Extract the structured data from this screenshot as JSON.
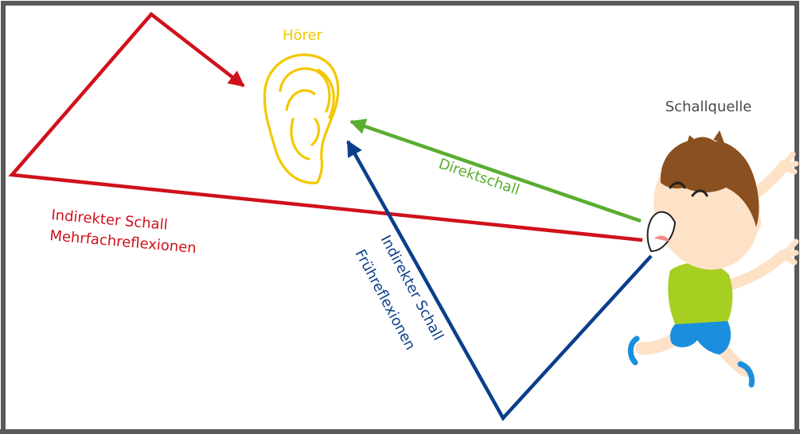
{
  "colors": {
    "frame": "#5a5a5a",
    "red": "#d0111b",
    "blue": "#0b3f8c",
    "green": "#59ad2f",
    "yellow": "#f3c800",
    "label_gray": "#4a4a4a",
    "skin": "#fde2c8",
    "hair": "#8b5020",
    "shirt": "#a6cf22",
    "shorts": "#1b8fdd"
  },
  "labels": {
    "listener": "Hörer",
    "source": "Schallquelle",
    "direct": "Direktschall",
    "indirect_multi_1": "Indirekter Schall",
    "indirect_multi_2": "Mehrfachreflexionen",
    "indirect_early_1": "Indirekter Schall",
    "indirect_early_2": "Frühreflexionen"
  },
  "icons": {
    "listener": "ear-icon",
    "source": "running-child-icon"
  }
}
